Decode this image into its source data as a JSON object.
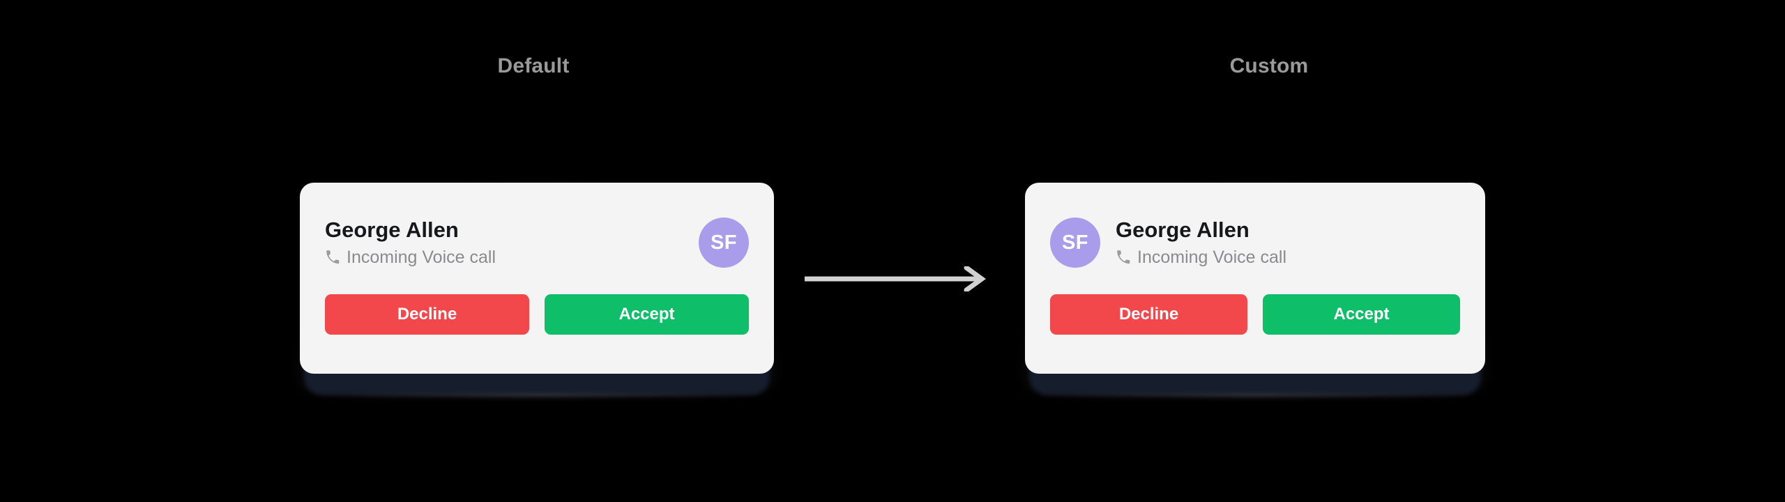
{
  "page": {
    "background_color": "#000000",
    "arrow_color": "#d2d2d2"
  },
  "variants": [
    {
      "key": "default",
      "caption": "Default",
      "avatar_position": "right",
      "card": {
        "background_color": "#f4f4f5",
        "contact_name": "George Allen",
        "call_status": "Incoming Voice call",
        "status_icon": "phone-icon",
        "avatar": {
          "initials": "SF",
          "background_color": "#a99ceb",
          "text_color": "#ffffff"
        },
        "buttons": [
          {
            "label": "Decline",
            "color": "#f2484b",
            "text_color": "#ffffff"
          },
          {
            "label": "Accept",
            "color": "#0fbe68",
            "text_color": "#ffffff"
          }
        ]
      }
    },
    {
      "key": "custom",
      "caption": "Custom",
      "avatar_position": "left",
      "card": {
        "background_color": "#f4f4f5",
        "contact_name": "George Allen",
        "call_status": "Incoming Voice call",
        "status_icon": "phone-icon",
        "avatar": {
          "initials": "SF",
          "background_color": "#a99ceb",
          "text_color": "#ffffff"
        },
        "buttons": [
          {
            "label": "Decline",
            "color": "#f2484b",
            "text_color": "#ffffff"
          },
          {
            "label": "Accept",
            "color": "#0fbe68",
            "text_color": "#ffffff"
          }
        ]
      }
    }
  ]
}
